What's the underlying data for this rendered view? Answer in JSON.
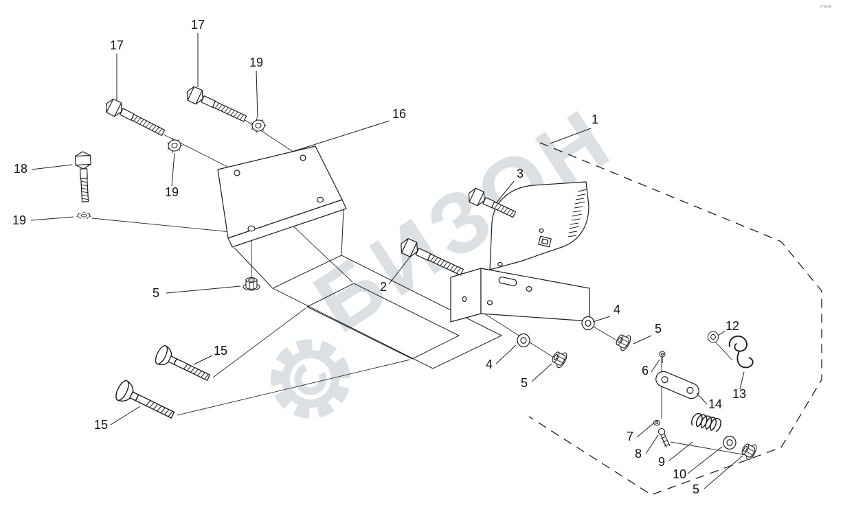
{
  "diagram": {
    "watermark_text": "БИЗОН",
    "corner_mark": "0°508",
    "colors": {
      "line": "#1c1c1c",
      "watermark": "#aeb9c4",
      "background": "#ffffff"
    }
  },
  "labels": [
    {
      "part": "hex-bolt",
      "text": "17"
    },
    {
      "part": "hex-bolt",
      "text": "17"
    },
    {
      "part": "lock-washer",
      "text": "19"
    },
    {
      "part": "hex-bolt-vertical",
      "text": "18"
    },
    {
      "part": "lock-washer",
      "text": "19"
    },
    {
      "part": "lock-washer",
      "text": "19"
    },
    {
      "part": "bracket-plate",
      "text": "16"
    },
    {
      "part": "frame-assembly",
      "text": "1"
    },
    {
      "part": "hex-bolt",
      "text": "3"
    },
    {
      "part": "hex-bolt",
      "text": "2"
    },
    {
      "part": "flange-nut",
      "text": "5"
    },
    {
      "part": "carriage-bolt",
      "text": "15"
    },
    {
      "part": "carriage-bolt",
      "text": "15"
    },
    {
      "part": "washer",
      "text": "4"
    },
    {
      "part": "flange-nut",
      "text": "5"
    },
    {
      "part": "washer",
      "text": "4"
    },
    {
      "part": "flange-nut",
      "text": "5"
    },
    {
      "part": "washer",
      "text": "12"
    },
    {
      "part": "pin",
      "text": "6"
    },
    {
      "part": "wire-clip",
      "text": "13"
    },
    {
      "part": "link-plate",
      "text": "14"
    },
    {
      "part": "screw-washer",
      "text": "7"
    },
    {
      "part": "adjust-screw",
      "text": "8"
    },
    {
      "part": "spring",
      "text": "9"
    },
    {
      "part": "washer",
      "text": "10"
    },
    {
      "part": "flange-nut",
      "text": "5"
    }
  ]
}
